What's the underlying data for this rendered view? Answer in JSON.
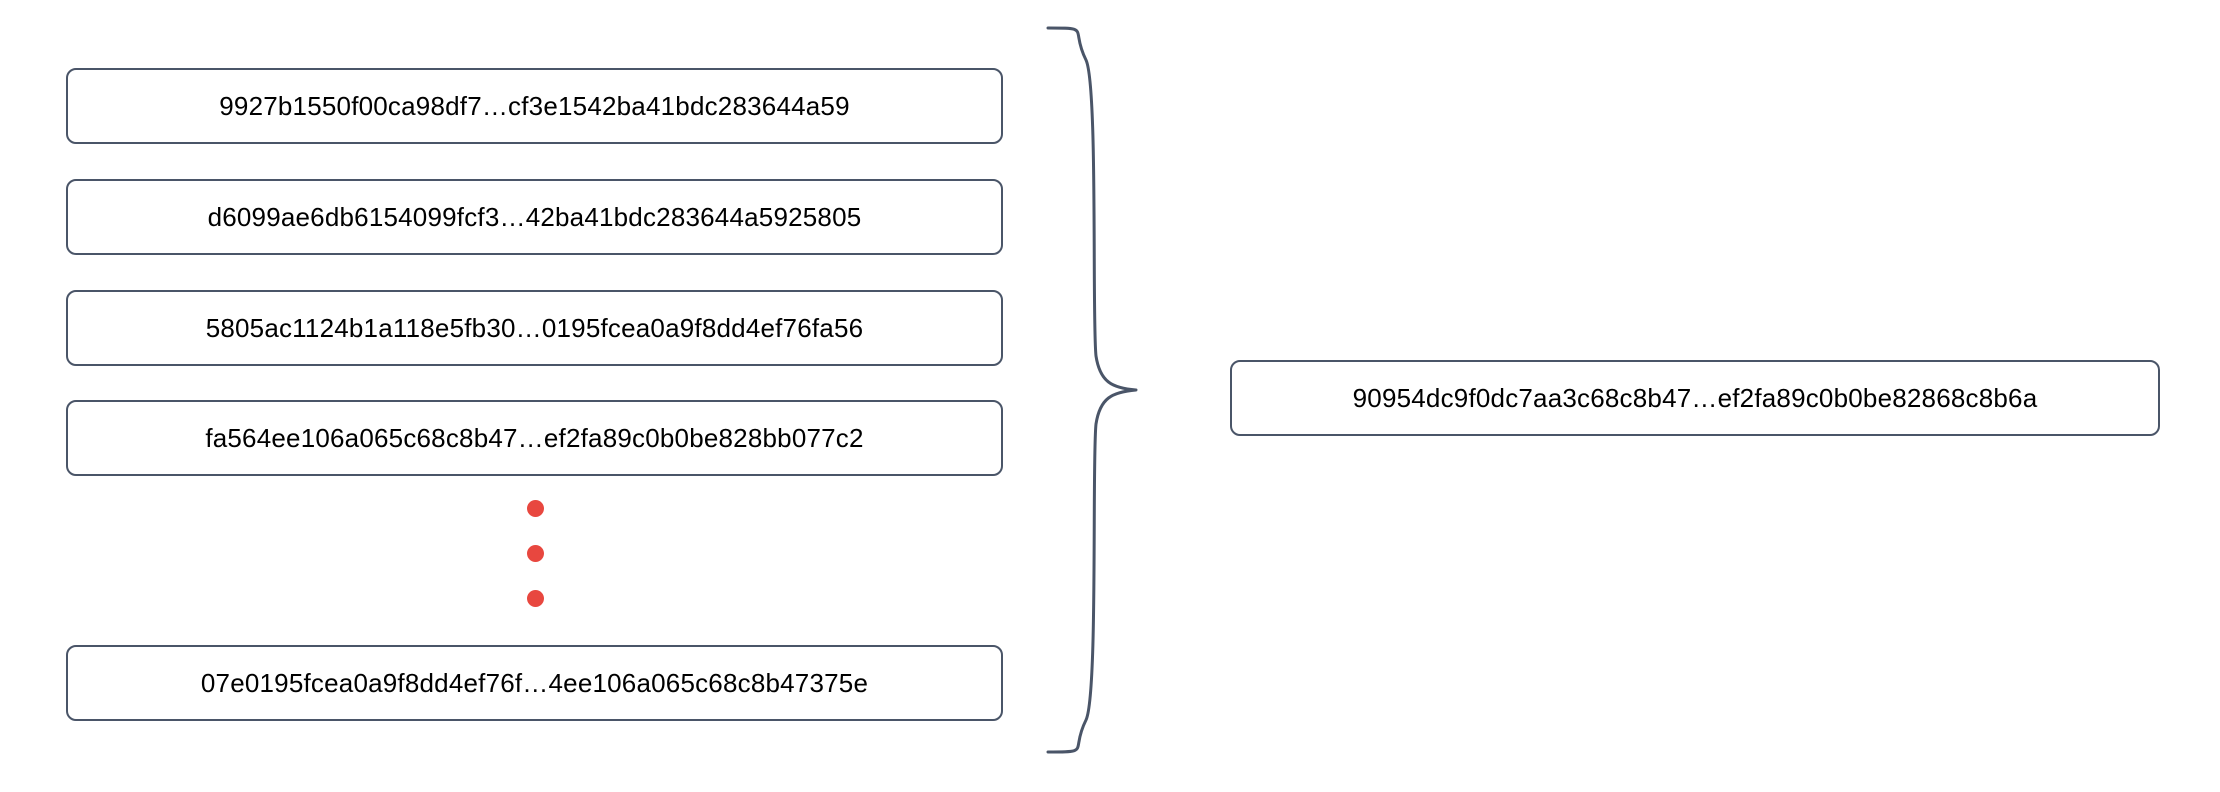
{
  "diagram": {
    "type": "hash-aggregation",
    "title": "",
    "inputs": {
      "label": "input-hashes",
      "items": [
        {
          "text": "9927b1550f00ca98df7…cf3e1542ba41bdc283644a59"
        },
        {
          "text": "d6099ae6db6154099fcf3…42ba41bdc283644a5925805"
        },
        {
          "text": "5805ac1124b1a118e5fb30…0195fcea0a9f8dd4ef76fa56"
        },
        {
          "text": "fa564ee106a065c68c8b47…ef2fa89c0b0be828bb077c2"
        },
        {
          "text": "07e0195fcea0a9f8dd4ef76f…4ee106a065c68c8b47375e"
        }
      ]
    },
    "ellipsis": {
      "label": "vertical-ellipsis",
      "dot_count": 3,
      "color": "#e8473f"
    },
    "brace": {
      "label": "grouping-brace",
      "orientation": "right",
      "color": "#4a5568"
    },
    "output": {
      "label": "aggregated-hash",
      "text": "90954dc9f0dc7aa3c68c8b47…ef2fa89c0b0be82868c8b6a"
    },
    "colors": {
      "box_border": "#4a5568",
      "box_fill": "#ffffff",
      "text": "#000000",
      "dot": "#e8473f",
      "background": "#ffffff"
    }
  }
}
